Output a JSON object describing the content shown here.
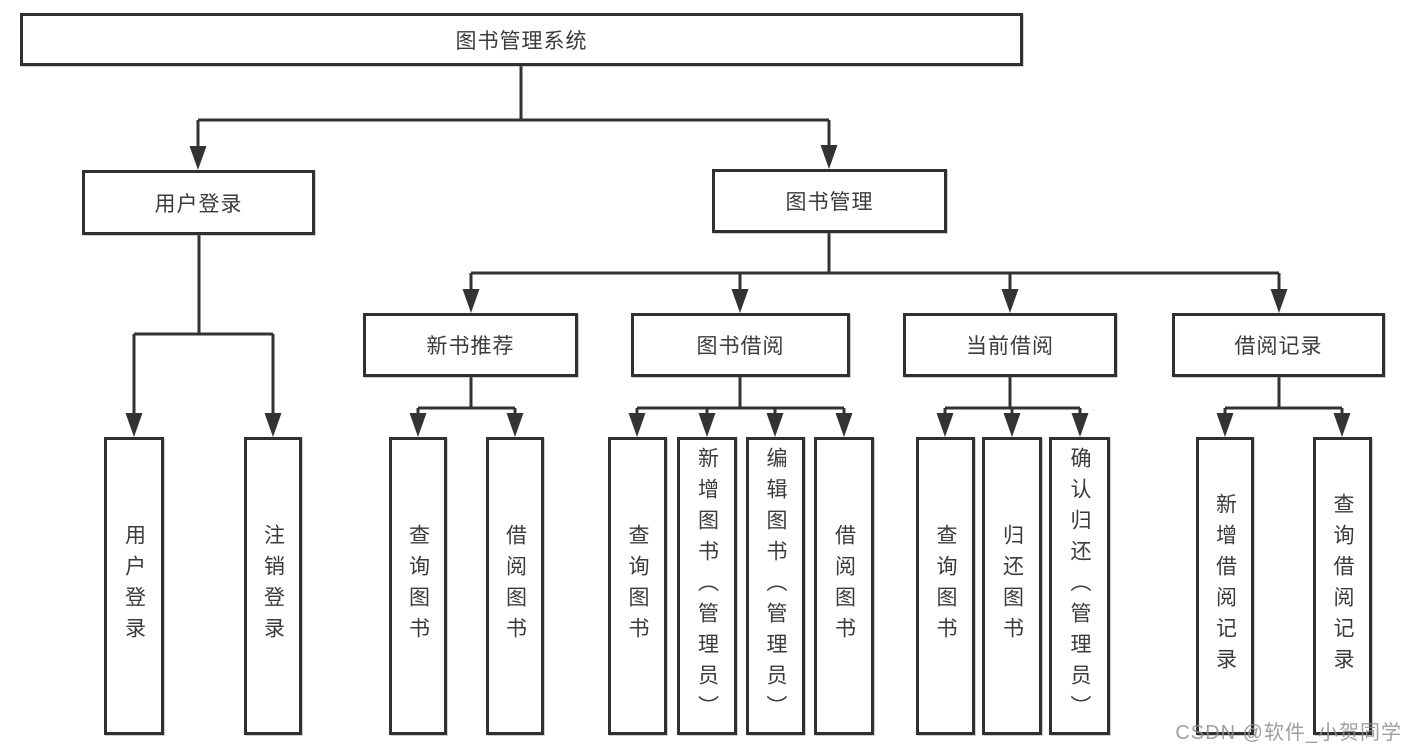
{
  "colors": {
    "background": "#ffffff",
    "line": "#333335",
    "box_border": "#303032",
    "text": "#3b3b3e",
    "watermark": "#8f8f92"
  },
  "diagram": {
    "root": "图书管理系统",
    "level2": [
      "用户登录",
      "图书管理"
    ],
    "level3": [
      "新书推荐",
      "图书借阅",
      "当前借阅",
      "借阅记录"
    ],
    "leaves": [
      "用户登录",
      "注销登录",
      "查询图书",
      "借阅图书",
      "查询图书",
      "新增图书（管理员）",
      "编辑图书（管理员）",
      "借阅图书",
      "查询图书",
      "归还图书",
      "确认归还（管理员）",
      "新增借阅记录",
      "查询借阅记录"
    ],
    "hierarchy": {
      "图书管理系统": [
        "用户登录",
        "图书管理"
      ],
      "用户登录": [
        "用户登录",
        "注销登录"
      ],
      "图书管理": [
        "新书推荐",
        "图书借阅",
        "当前借阅",
        "借阅记录"
      ],
      "新书推荐": [
        "查询图书",
        "借阅图书"
      ],
      "图书借阅": [
        "查询图书",
        "新增图书（管理员）",
        "编辑图书（管理员）",
        "借阅图书"
      ],
      "当前借阅": [
        "查询图书",
        "归还图书",
        "确认归还（管理员）"
      ],
      "借阅记录": [
        "新增借阅记录",
        "查询借阅记录"
      ]
    }
  },
  "watermark": {
    "text": "CSDN @软件_小贺同学"
  }
}
